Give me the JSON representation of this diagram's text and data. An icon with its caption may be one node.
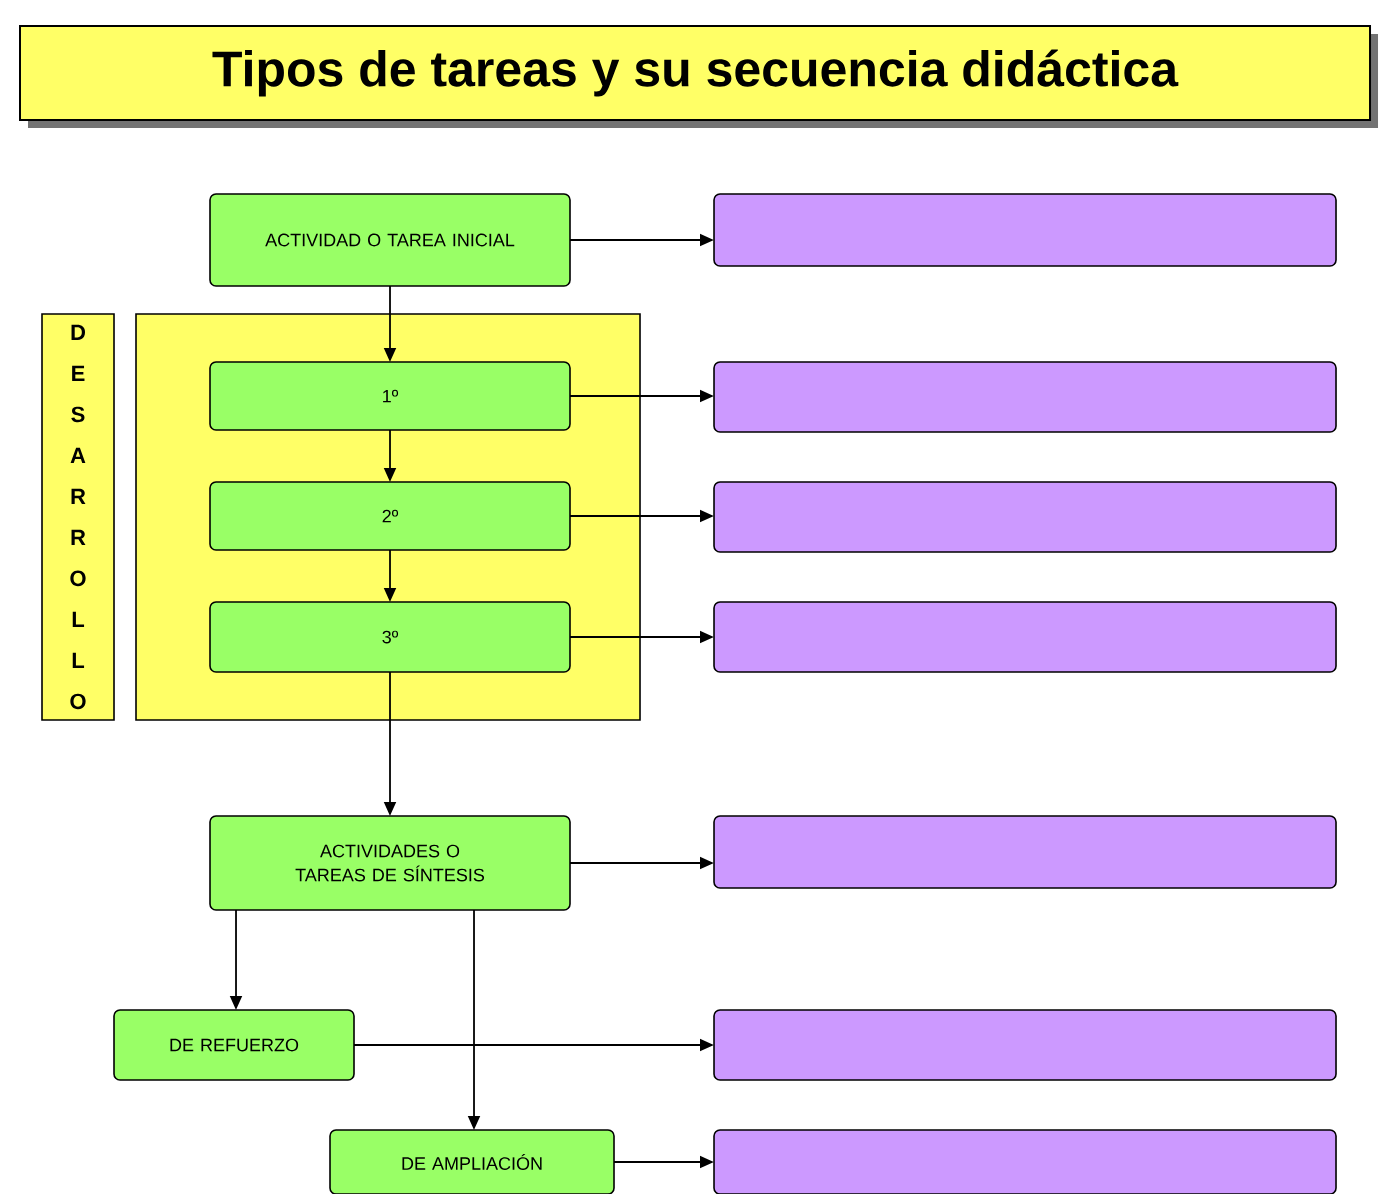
{
  "diagram": {
    "title": "Tipos de  tareas  y su  secuencia didáctica",
    "nodes": [
      {
        "text": [
          "ACTIVIDAD O TAREA INICIAL"
        ]
      },
      {
        "text": [],
        "shape": "box"
      },
      {
        "text": [
          "DESARROLLO"
        ]
      },
      {
        "text": [],
        "shape": "box"
      },
      {
        "text": [
          "1º"
        ],
        "in": 3
      },
      {
        "text": [],
        "shape": "box"
      },
      {
        "text": [
          "2º"
        ],
        "in": 3
      },
      {
        "text": [],
        "shape": "box"
      },
      {
        "text": [
          "3º"
        ],
        "in": 3
      },
      {
        "text": [],
        "shape": "box"
      },
      {
        "text": [
          "ACTIVIDADES O TAREAS DE SÍNTESIS"
        ]
      },
      {
        "text": [],
        "shape": "box"
      },
      {
        "text": [
          "DE REFUERZO"
        ]
      },
      {
        "text": [],
        "shape": "box"
      },
      {
        "text": [
          "DE AMPLIACIÓN"
        ]
      },
      {
        "text": [],
        "shape": "box"
      }
    ],
    "edges": [
      {
        "from": 0,
        "to": 1,
        "arrow": "to"
      },
      {
        "from": 0,
        "to": 4,
        "arrow": "to"
      },
      {
        "from": 4,
        "to": 5,
        "arrow": "to"
      },
      {
        "from": 4,
        "to": 6,
        "arrow": "to"
      },
      {
        "from": 6,
        "to": 7,
        "arrow": "to"
      },
      {
        "from": 6,
        "to": 8,
        "arrow": "to"
      },
      {
        "from": 8,
        "to": 9,
        "arrow": "to"
      },
      {
        "from": 8,
        "to": 10,
        "arrow": "to"
      },
      {
        "from": 10,
        "to": 11,
        "arrow": "to"
      },
      {
        "from": 10,
        "to": 12,
        "arrow": "to"
      },
      {
        "from": 10,
        "to": 14,
        "arrow": "to"
      },
      {
        "from": 12,
        "to": 13,
        "arrow": "to"
      },
      {
        "from": 14,
        "to": 15,
        "arrow": "to"
      }
    ]
  }
}
